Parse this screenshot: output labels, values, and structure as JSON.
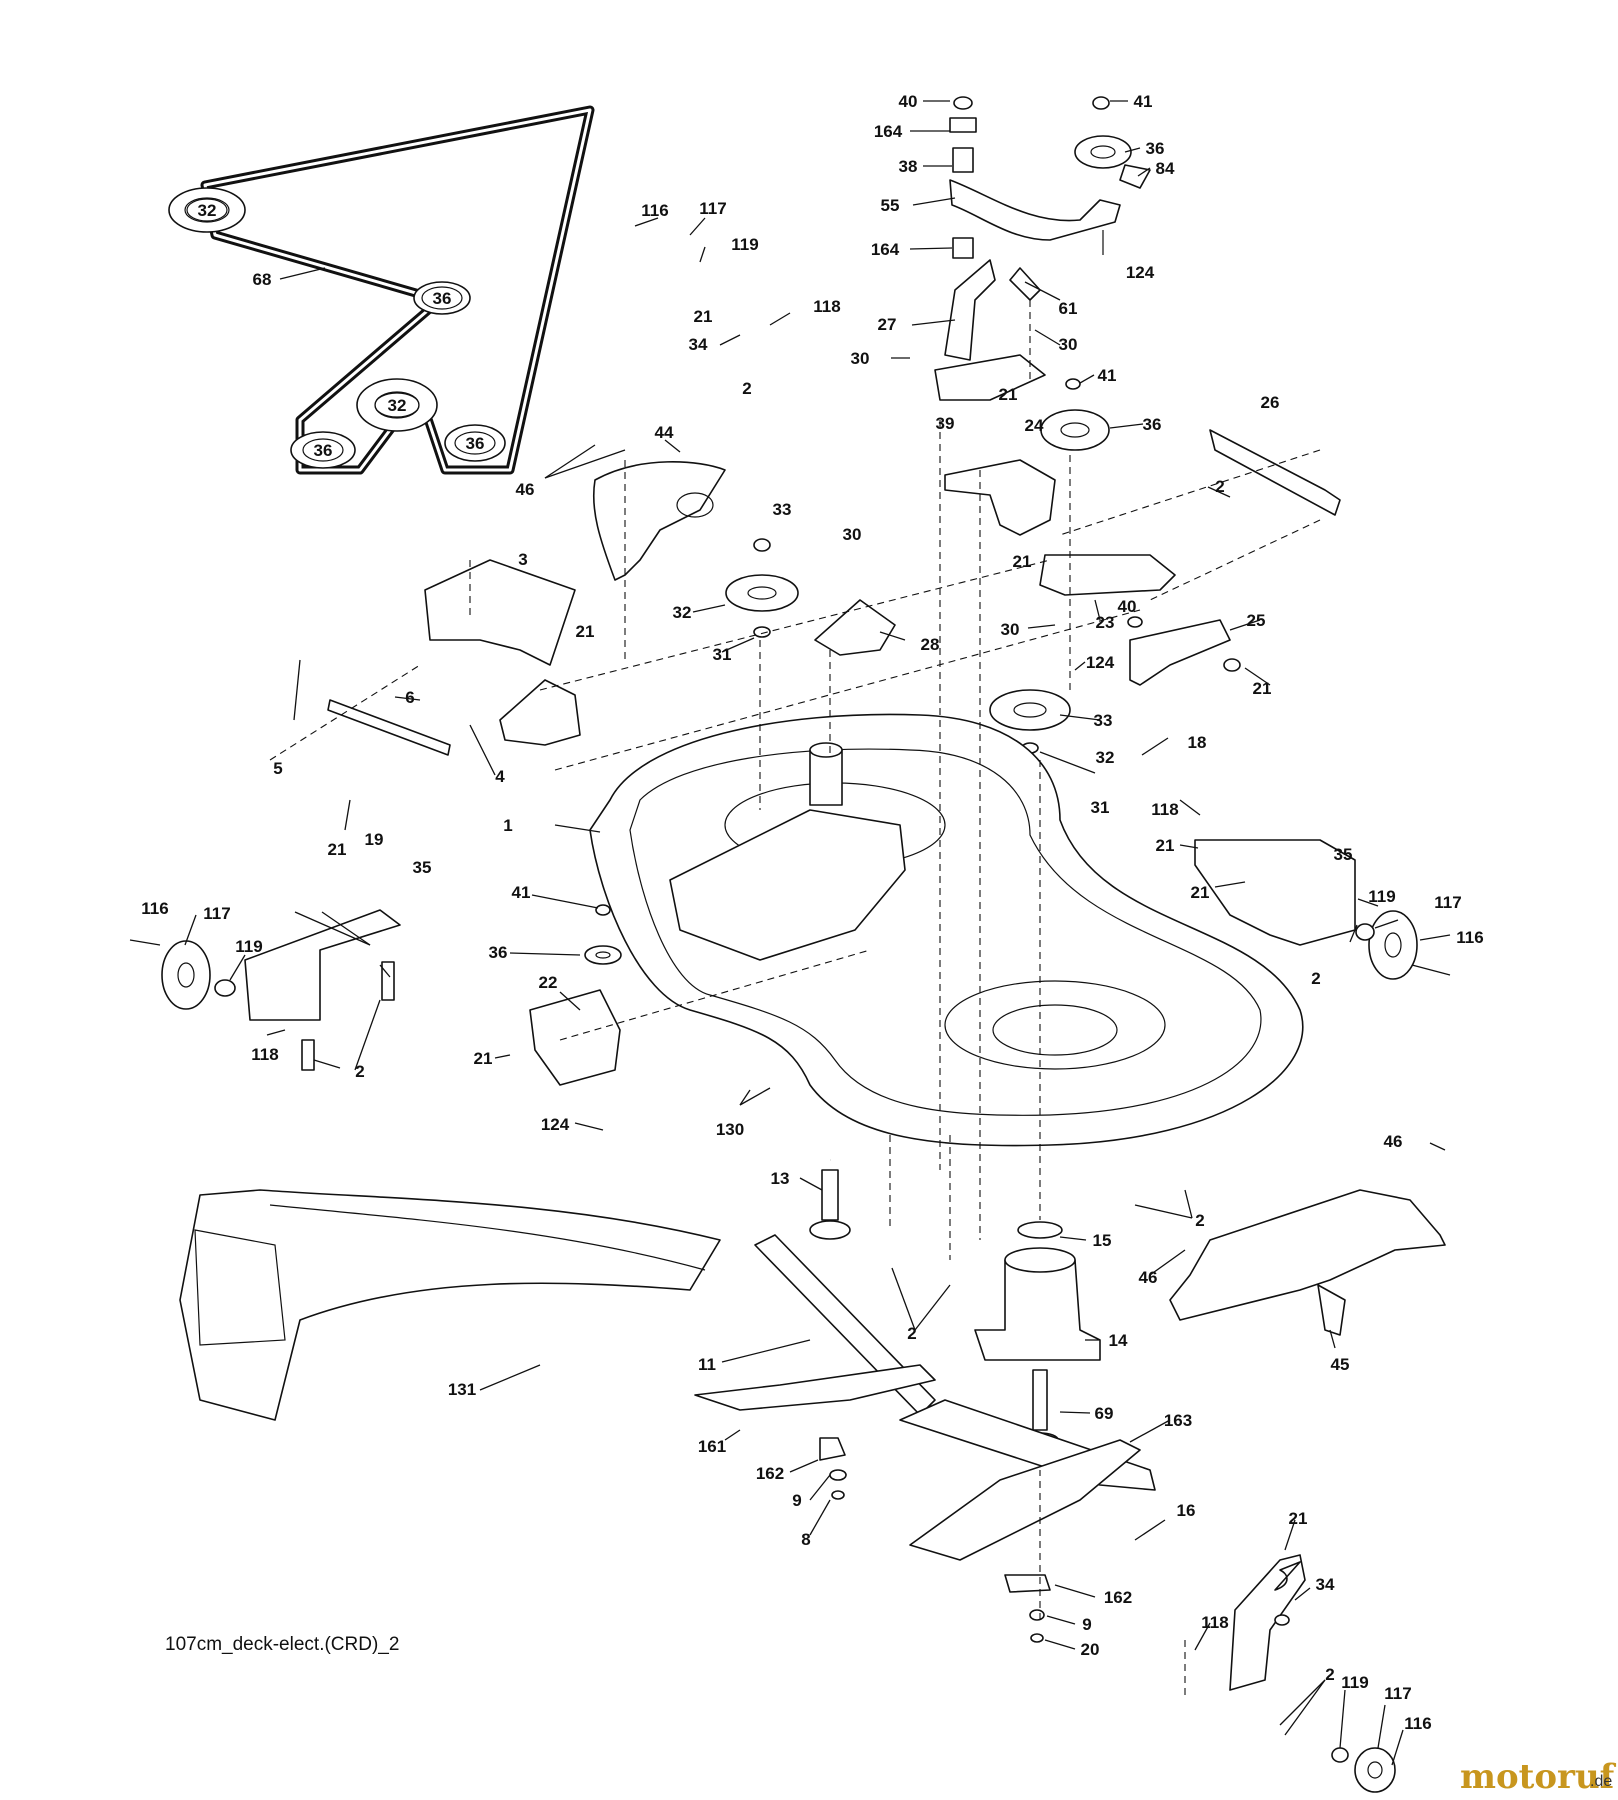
{
  "diagram": {
    "caption": "107cm_deck-elect.(CRD)_2",
    "watermark": {
      "text": "motoruf",
      "suffix": ".de",
      "color_main": "#c8961e",
      "color_dot": "#3a7a3a"
    },
    "part_labels": [
      {
        "id": "32"
      },
      {
        "id": "36"
      },
      {
        "id": "32"
      },
      {
        "id": "36"
      },
      {
        "id": "36"
      },
      {
        "id": "68"
      },
      {
        "id": "40"
      },
      {
        "id": "164"
      },
      {
        "id": "38"
      },
      {
        "id": "55"
      },
      {
        "id": "164"
      },
      {
        "id": "41"
      },
      {
        "id": "36"
      },
      {
        "id": "84"
      },
      {
        "id": "124"
      },
      {
        "id": "116"
      },
      {
        "id": "117"
      },
      {
        "id": "119"
      },
      {
        "id": "118"
      },
      {
        "id": "21"
      },
      {
        "id": "34"
      },
      {
        "id": "2"
      },
      {
        "id": "27"
      },
      {
        "id": "61"
      },
      {
        "id": "30"
      },
      {
        "id": "30"
      },
      {
        "id": "41"
      },
      {
        "id": "21"
      },
      {
        "id": "39"
      },
      {
        "id": "24"
      },
      {
        "id": "36"
      },
      {
        "id": "26"
      },
      {
        "id": "2"
      },
      {
        "id": "44"
      },
      {
        "id": "46"
      },
      {
        "id": "3"
      },
      {
        "id": "21"
      },
      {
        "id": "33"
      },
      {
        "id": "30"
      },
      {
        "id": "32"
      },
      {
        "id": "31"
      },
      {
        "id": "28"
      },
      {
        "id": "21"
      },
      {
        "id": "23"
      },
      {
        "id": "40"
      },
      {
        "id": "25"
      },
      {
        "id": "30"
      },
      {
        "id": "124"
      },
      {
        "id": "21"
      },
      {
        "id": "6"
      },
      {
        "id": "5"
      },
      {
        "id": "4"
      },
      {
        "id": "33"
      },
      {
        "id": "32"
      },
      {
        "id": "18"
      },
      {
        "id": "31"
      },
      {
        "id": "19"
      },
      {
        "id": "1"
      },
      {
        "id": "118"
      },
      {
        "id": "21"
      },
      {
        "id": "35"
      },
      {
        "id": "21"
      },
      {
        "id": "119"
      },
      {
        "id": "117"
      },
      {
        "id": "116"
      },
      {
        "id": "2"
      },
      {
        "id": "116"
      },
      {
        "id": "117"
      },
      {
        "id": "21"
      },
      {
        "id": "35"
      },
      {
        "id": "119"
      },
      {
        "id": "118"
      },
      {
        "id": "2"
      },
      {
        "id": "41"
      },
      {
        "id": "36"
      },
      {
        "id": "22"
      },
      {
        "id": "21"
      },
      {
        "id": "124"
      },
      {
        "id": "130"
      },
      {
        "id": "46"
      },
      {
        "id": "13"
      },
      {
        "id": "2"
      },
      {
        "id": "15"
      },
      {
        "id": "46"
      },
      {
        "id": "2"
      },
      {
        "id": "14"
      },
      {
        "id": "45"
      },
      {
        "id": "11"
      },
      {
        "id": "131"
      },
      {
        "id": "69"
      },
      {
        "id": "163"
      },
      {
        "id": "161"
      },
      {
        "id": "162"
      },
      {
        "id": "9"
      },
      {
        "id": "8"
      },
      {
        "id": "16"
      },
      {
        "id": "21"
      },
      {
        "id": "162"
      },
      {
        "id": "9"
      },
      {
        "id": "20"
      },
      {
        "id": "118"
      },
      {
        "id": "34"
      },
      {
        "id": "2"
      },
      {
        "id": "119"
      },
      {
        "id": "117"
      },
      {
        "id": "116"
      }
    ]
  }
}
